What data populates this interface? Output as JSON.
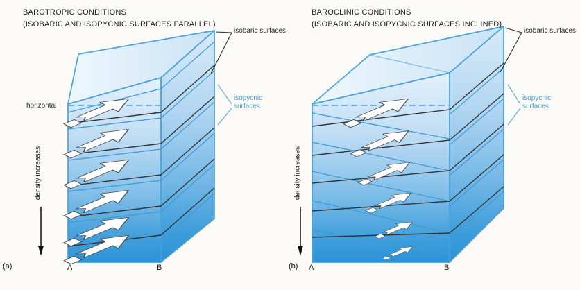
{
  "figure": {
    "colors": {
      "edge_blue": "#4aa0d8",
      "isobar_line": "#333333",
      "isopycnic_line": "#3f9ad6",
      "dashed_horizontal": "#6ab4e4",
      "surface_water": "#e3f1fb",
      "deep_water": "#2b93d7",
      "arrow_fill": "#ffffff"
    },
    "panels": [
      {
        "tag": "(a)",
        "title": "BAROTROPIC CONDITIONS",
        "subtitle": "(ISOBARIC AND ISOPYCNIC SURFACES PARALLEL)",
        "isobaric_label": "isobaric surfaces",
        "isopycnic_label": "isopycnic surfaces",
        "horizontal_label": "horizontal",
        "density_label": "density increases",
        "point_a": "A",
        "point_b": "B"
      },
      {
        "tag": "(b)",
        "title": "BAROCLINIC CONDITIONS",
        "subtitle": "(ISOBARIC AND ISOPYCNIC SURFACES INCLINED)",
        "isobaric_label": "isobaric surfaces",
        "isopycnic_label": "isopycnic surfaces",
        "density_label": "density increases",
        "point_a": "A",
        "point_b": "B"
      }
    ]
  }
}
